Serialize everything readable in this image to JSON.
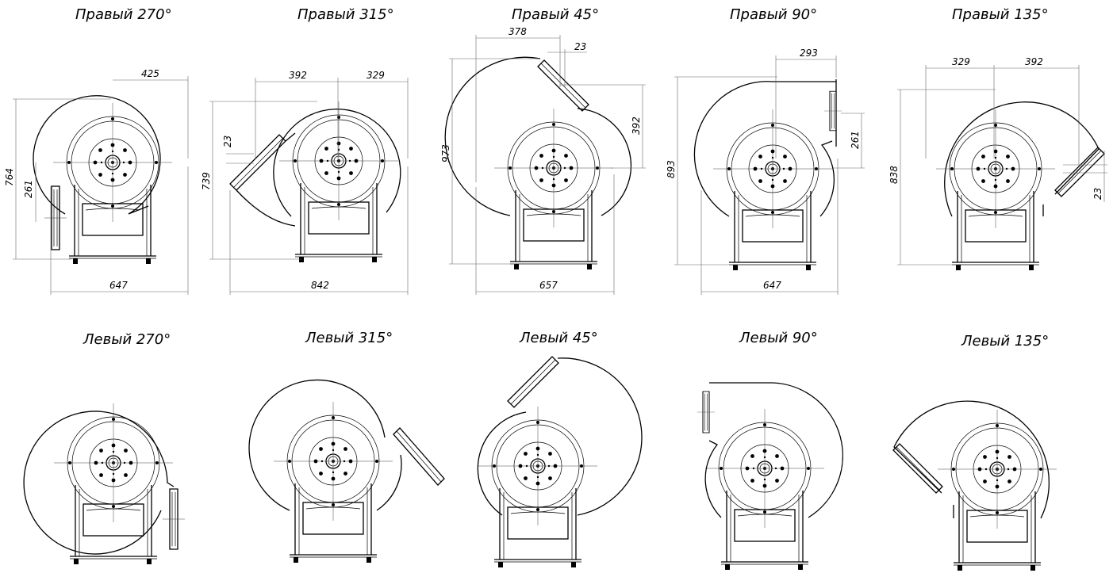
{
  "colors": {
    "line": "#000000",
    "dimension": "#666666",
    "background": "#ffffff"
  },
  "top_row": [
    {
      "title": "Правый 270°",
      "dims": [
        "425",
        "764",
        "261",
        "647"
      ]
    },
    {
      "title": "Правый 315°",
      "dims": [
        "392",
        "329",
        "23",
        "739",
        "842"
      ]
    },
    {
      "title": "Правый 45°",
      "dims": [
        "378",
        "23",
        "973",
        "392",
        "657"
      ]
    },
    {
      "title": "Правый 90°",
      "dims": [
        "293",
        "893",
        "261",
        "647"
      ]
    },
    {
      "title": "Правый 135°",
      "dims": [
        "329",
        "392",
        "838",
        "23"
      ]
    }
  ],
  "bottom_row": [
    {
      "title": "Левый 270°"
    },
    {
      "title": "Левый 315°"
    },
    {
      "title": "Левый 45°"
    },
    {
      "title": "Левый 90°"
    },
    {
      "title": "Левый 135°"
    }
  ]
}
